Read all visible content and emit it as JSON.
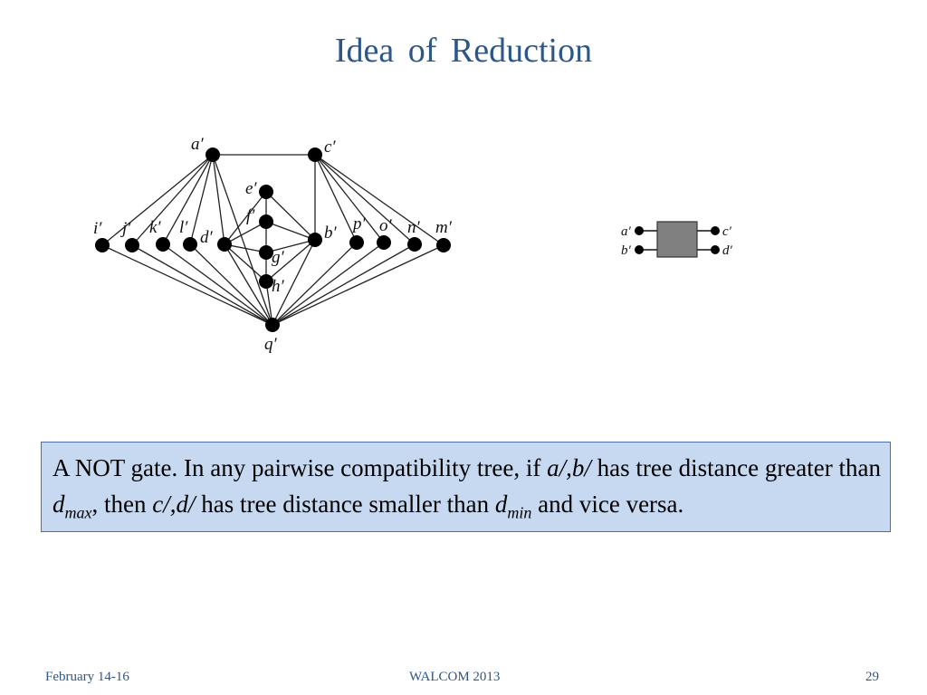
{
  "slide": {
    "title": "Idea of Reduction",
    "footer_left": "February 14-16",
    "footer_center": "WALCOM 2013",
    "footer_right": "29"
  },
  "graph": {
    "nodes": [
      {
        "id": "a",
        "label": "a′"
      },
      {
        "id": "c",
        "label": "c′"
      },
      {
        "id": "e",
        "label": "e′"
      },
      {
        "id": "f",
        "label": "f′"
      },
      {
        "id": "g",
        "label": "g′"
      },
      {
        "id": "h",
        "label": "h′"
      },
      {
        "id": "i",
        "label": "i′"
      },
      {
        "id": "j",
        "label": "j′"
      },
      {
        "id": "k",
        "label": "k′"
      },
      {
        "id": "l",
        "label": "l′"
      },
      {
        "id": "d",
        "label": "d′"
      },
      {
        "id": "b",
        "label": "b′"
      },
      {
        "id": "p",
        "label": "p′"
      },
      {
        "id": "o",
        "label": "o′"
      },
      {
        "id": "n",
        "label": "n′"
      },
      {
        "id": "m",
        "label": "m′"
      },
      {
        "id": "q",
        "label": "q′"
      }
    ],
    "edges": [
      [
        "a",
        "c"
      ],
      [
        "a",
        "i"
      ],
      [
        "a",
        "j"
      ],
      [
        "a",
        "k"
      ],
      [
        "a",
        "l"
      ],
      [
        "a",
        "d"
      ],
      [
        "a",
        "q"
      ],
      [
        "c",
        "b"
      ],
      [
        "c",
        "p"
      ],
      [
        "c",
        "o"
      ],
      [
        "c",
        "n"
      ],
      [
        "c",
        "m"
      ],
      [
        "i",
        "q"
      ],
      [
        "j",
        "q"
      ],
      [
        "k",
        "q"
      ],
      [
        "l",
        "q"
      ],
      [
        "d",
        "q"
      ],
      [
        "b",
        "q"
      ],
      [
        "p",
        "q"
      ],
      [
        "o",
        "q"
      ],
      [
        "n",
        "q"
      ],
      [
        "m",
        "q"
      ],
      [
        "d",
        "e"
      ],
      [
        "d",
        "f"
      ],
      [
        "d",
        "g"
      ],
      [
        "d",
        "h"
      ],
      [
        "b",
        "e"
      ],
      [
        "b",
        "f"
      ],
      [
        "b",
        "g"
      ],
      [
        "b",
        "h"
      ],
      [
        "e",
        "f"
      ],
      [
        "f",
        "g"
      ],
      [
        "g",
        "h"
      ],
      [
        "h",
        "q"
      ]
    ]
  },
  "gate": {
    "labels": {
      "in_top": "a′",
      "in_bottom": "b′",
      "out_top": "c′",
      "out_bottom": "d′"
    },
    "fill_color": "#808080"
  },
  "caption": {
    "part1": "A NOT gate. In any pairwise compatibility tree, if ",
    "ab": "a/,b/",
    "part2": " has tree distance greater than ",
    "dmax_d": "d",
    "dmax_sub": "max",
    "part3": ", then ",
    "cd": "c/,d/",
    "part4": " has tree distance smaller than ",
    "dmin_d": "d",
    "dmin_sub": "min",
    "part5": " and vice versa."
  }
}
